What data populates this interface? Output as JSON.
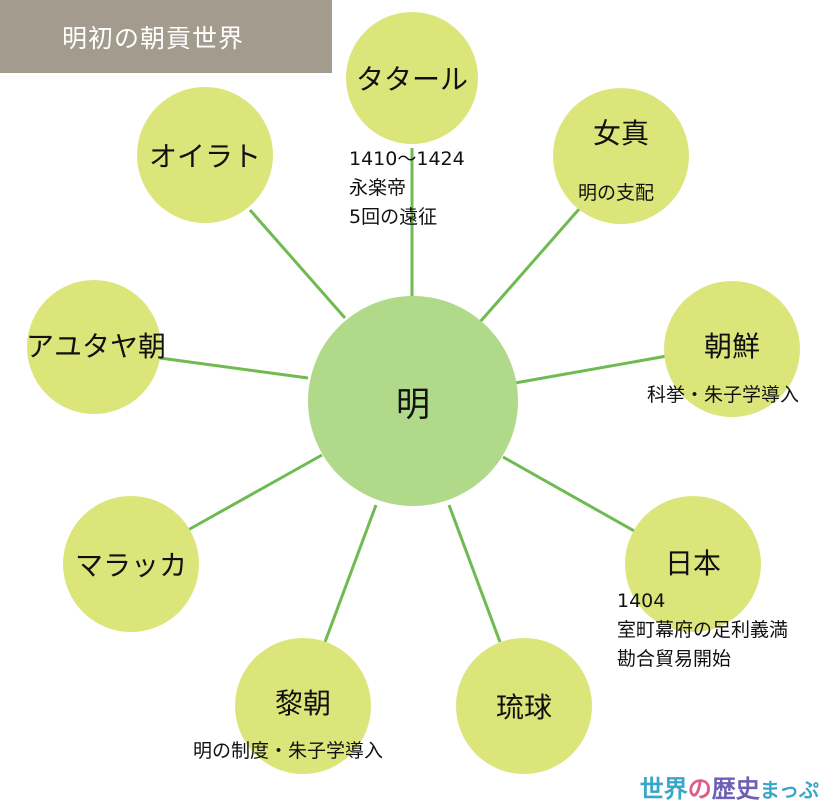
{
  "title": "明初の朝貢世界",
  "center": "明",
  "nodes": {
    "tatar": "タタール",
    "oirat": "オイラト",
    "jurchen": "女真",
    "ayutthaya": "アユタヤ朝",
    "joseon": "朝鮮",
    "malacca": "マラッカ",
    "japan": "日本",
    "le": "黎朝",
    "ryukyu": "琉球"
  },
  "notes": {
    "tatar": [
      "1410～1424",
      "永楽帝",
      "5回の遠征"
    ],
    "jurchen": "明の支配",
    "joseon": "科挙・朱子学導入",
    "japan": [
      "1404",
      "室町幕府の足利義満",
      "勘合貿易開始"
    ],
    "le": "明の制度・朱子学導入"
  },
  "logo": {
    "part1": "世界",
    "part2": "の",
    "part3": "歴史",
    "part4": "まっぷ"
  },
  "colors": {
    "node": "#dbe57a",
    "center": "#b1d98a",
    "line": "#6fbb52",
    "title_bg": "#a39b8e"
  }
}
